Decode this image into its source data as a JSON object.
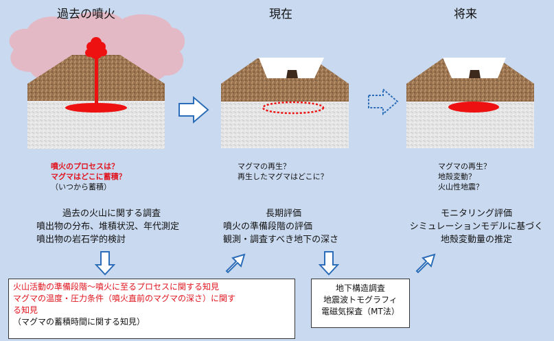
{
  "stages": {
    "past": {
      "title": "過去の噴火",
      "questions_red": [
        "噴火のプロセスは？",
        "マグマはどこに蓄積？"
      ],
      "questions_sub": "（いつから蓄積）",
      "investigation": [
        "過去の火山に関する調査",
        "噴出物の分布、堆積状況、年代測定",
        "噴出物の岩石学的検討"
      ]
    },
    "present": {
      "title": "現在",
      "questions": [
        "マグマの再生？",
        "再生したマグマはどこに？"
      ],
      "investigation": [
        "長期評価",
        "噴火の準備段階の評価",
        "観測・調査すべき地下の深さ"
      ]
    },
    "future": {
      "title": "将来",
      "questions": [
        "マグマの再生？",
        "地殻変動？",
        "火山性地震？"
      ],
      "investigation": [
        "モニタリング評価",
        "シミュレーションモデルに基づく",
        "地殻変動量の推定"
      ]
    }
  },
  "knowledge_box": {
    "red_lines": [
      "火山活動の準備段階～噴火に至るプロセスに関する知見",
      "マグマの温度・圧力条件（噴火直前のマグマの深さ）に関す",
      "る知見"
    ],
    "black_line": "（マグマの蓄積時間に関する知見）"
  },
  "survey_box": {
    "lines": [
      "地下構造調査",
      "地震波トモグラフィ",
      "電磁気探査（MT法）"
    ]
  },
  "colors": {
    "background": "#c9d9ef",
    "magma": "#ee1111",
    "soil": "#9a7350",
    "bedrock": "#e4e4e4",
    "plume": "#e9b3be",
    "arrow": "#2b6cb8"
  },
  "icons": [
    "right-arrow-icon",
    "dotted-right-arrow-icon",
    "down-arrow-icon",
    "up-right-arrow-icon"
  ]
}
